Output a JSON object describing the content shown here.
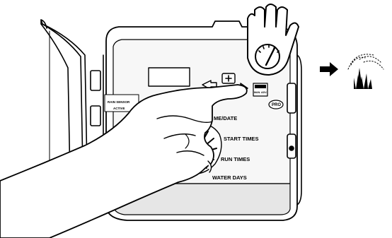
{
  "dial": {
    "positions": [
      "ME/DATE",
      "START TIMES",
      "RUN TIMES",
      "WATER DAYS"
    ]
  },
  "panel": {
    "side_labels": [
      "RAIN SENSOR",
      "ACTIVE"
    ],
    "pro_badge": "PRO",
    "advance_key_text": "MAN. ADV."
  }
}
